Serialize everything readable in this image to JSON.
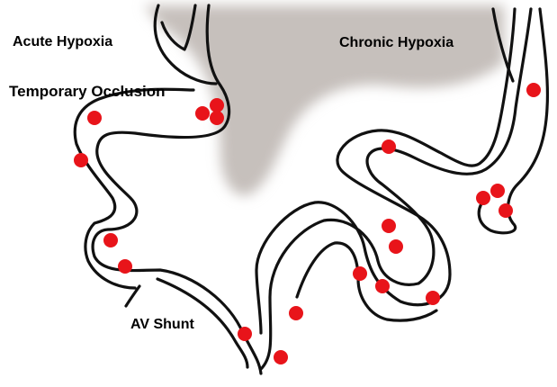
{
  "labels": {
    "acute_hypoxia": "Acute Hypoxia",
    "temporary_occlusion": "Temporary Occlusion",
    "chronic_hypoxia": "Chronic Hypoxia",
    "av_shunt": "AV Shunt"
  },
  "colors": {
    "cell": "#e8141a",
    "vessel_wall": "#111111",
    "tissue_shadow": "#c6c0bc"
  }
}
